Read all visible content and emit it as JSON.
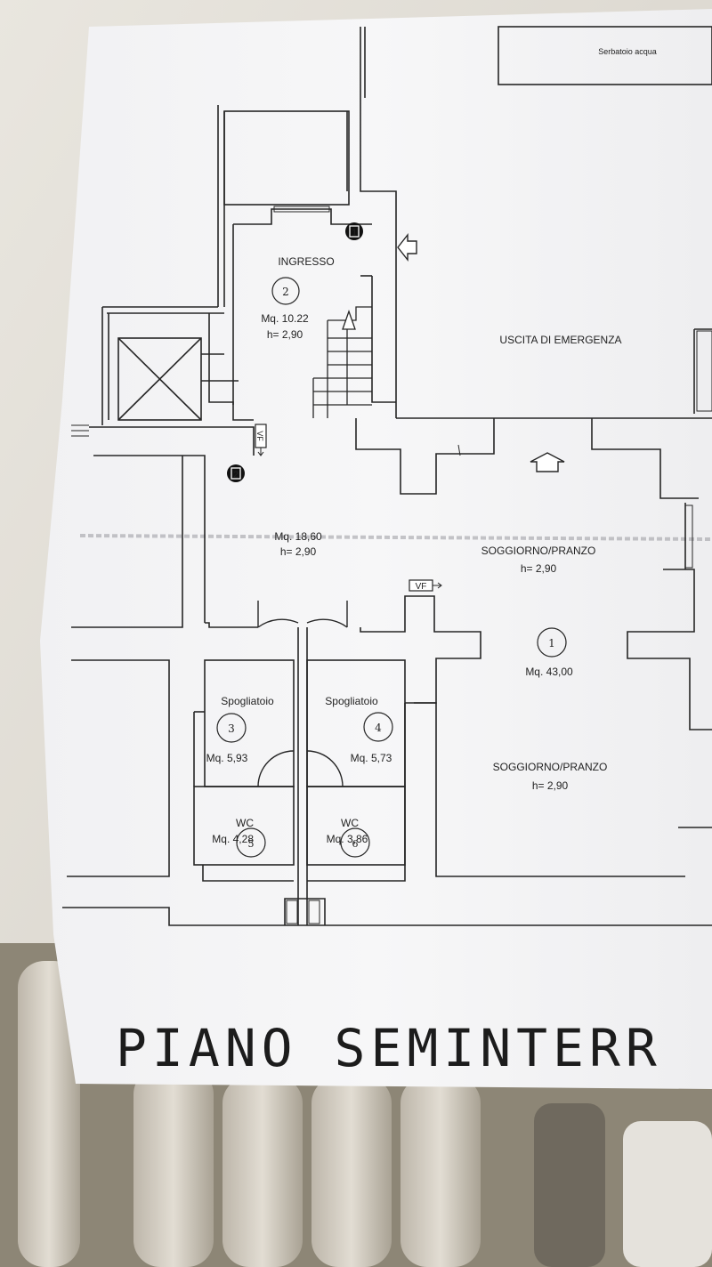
{
  "plan": {
    "title": "PIANO SEMINTERR",
    "tank_label": "Serbatoio acqua",
    "emergency_exit": "USCITA DI EMERGENZA",
    "vf_top": "VF",
    "vf_mid": "VF",
    "markers": [
      {
        "label": "1"
      },
      {
        "label": "2"
      }
    ],
    "rooms": [
      {
        "name": "INGRESSO",
        "num": "2",
        "area": "Mq. 10.22",
        "h": "h= 2,90"
      },
      {
        "name": "SOGGIORNO/PRANZO",
        "num": "1",
        "area": "Mq. 43,00",
        "h": "h= 2,90"
      },
      {
        "name": "Spogliatoio",
        "num": "3",
        "area": "Mq. 5,93"
      },
      {
        "name": "Spogliatoio",
        "num": "4",
        "area": "Mq. 5,73"
      },
      {
        "name": "WC",
        "num": "5",
        "area": "Mq. 4,28"
      },
      {
        "name": "WC",
        "num": "6",
        "area": "Mq. 3,86"
      }
    ],
    "corridor": {
      "area": "Mq. 18,60",
      "h": "h= 2,90"
    },
    "living_upper": {
      "name": "SOGGIORNO/PRANZO",
      "h": "h= 2,90"
    }
  }
}
